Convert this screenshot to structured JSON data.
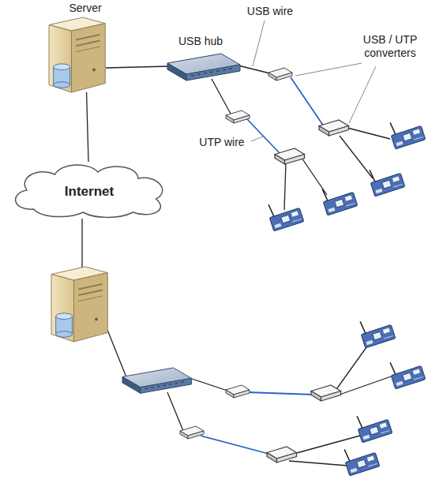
{
  "diagram": {
    "nodes": [
      {
        "text": [
          "Server"
        ]
      },
      {
        "text": [
          "Internet"
        ]
      }
    ],
    "edges": [
      {
        "from": 0,
        "to": 1,
        "arrow": "none"
      }
    ],
    "labels": [
      "USB hub",
      "USB wire",
      "USB / UTP converters",
      "UTP wire"
    ]
  }
}
